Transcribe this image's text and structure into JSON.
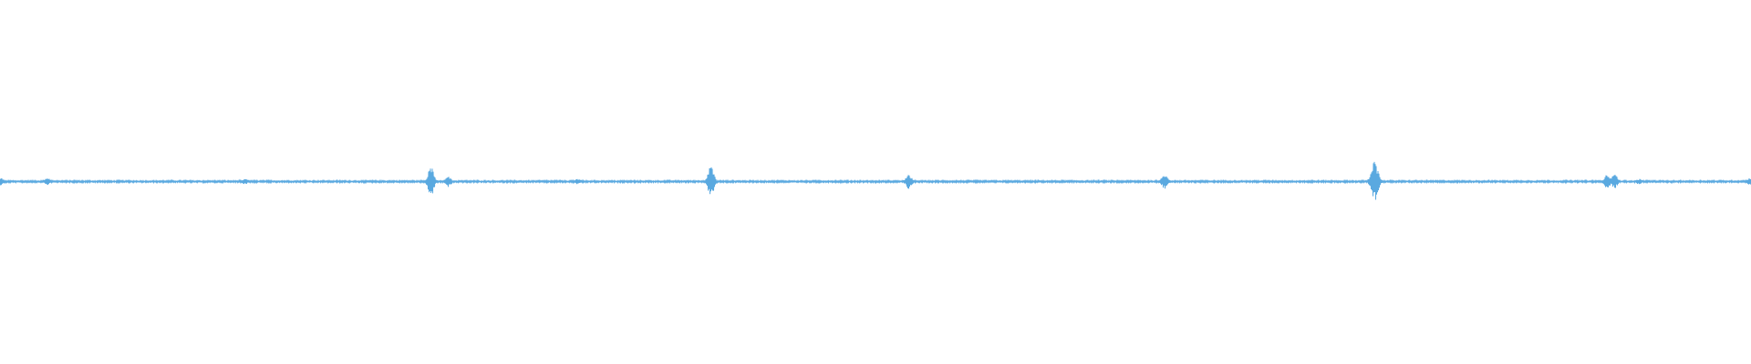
{
  "waveform": {
    "color": "#5aa9e0",
    "baseline_amplitude": 0.004,
    "spikes": [
      {
        "t": 0.0005,
        "amp": 0.02
      },
      {
        "t": 0.027,
        "amp": 0.02
      },
      {
        "t": 0.14,
        "amp": 0.015
      },
      {
        "t": 0.246,
        "amp": 0.085
      },
      {
        "t": 0.256,
        "amp": 0.03
      },
      {
        "t": 0.33,
        "amp": 0.015
      },
      {
        "t": 0.406,
        "amp": 0.085
      },
      {
        "t": 0.519,
        "amp": 0.04
      },
      {
        "t": 0.665,
        "amp": 0.04
      },
      {
        "t": 0.784,
        "amp": 0.06
      },
      {
        "t": 0.785,
        "amp": 0.11
      },
      {
        "t": 0.786,
        "amp": 0.07
      },
      {
        "t": 0.918,
        "amp": 0.04
      },
      {
        "t": 0.922,
        "amp": 0.04
      },
      {
        "t": 0.936,
        "amp": 0.015
      },
      {
        "t": 0.9995,
        "amp": 0.02
      }
    ]
  }
}
